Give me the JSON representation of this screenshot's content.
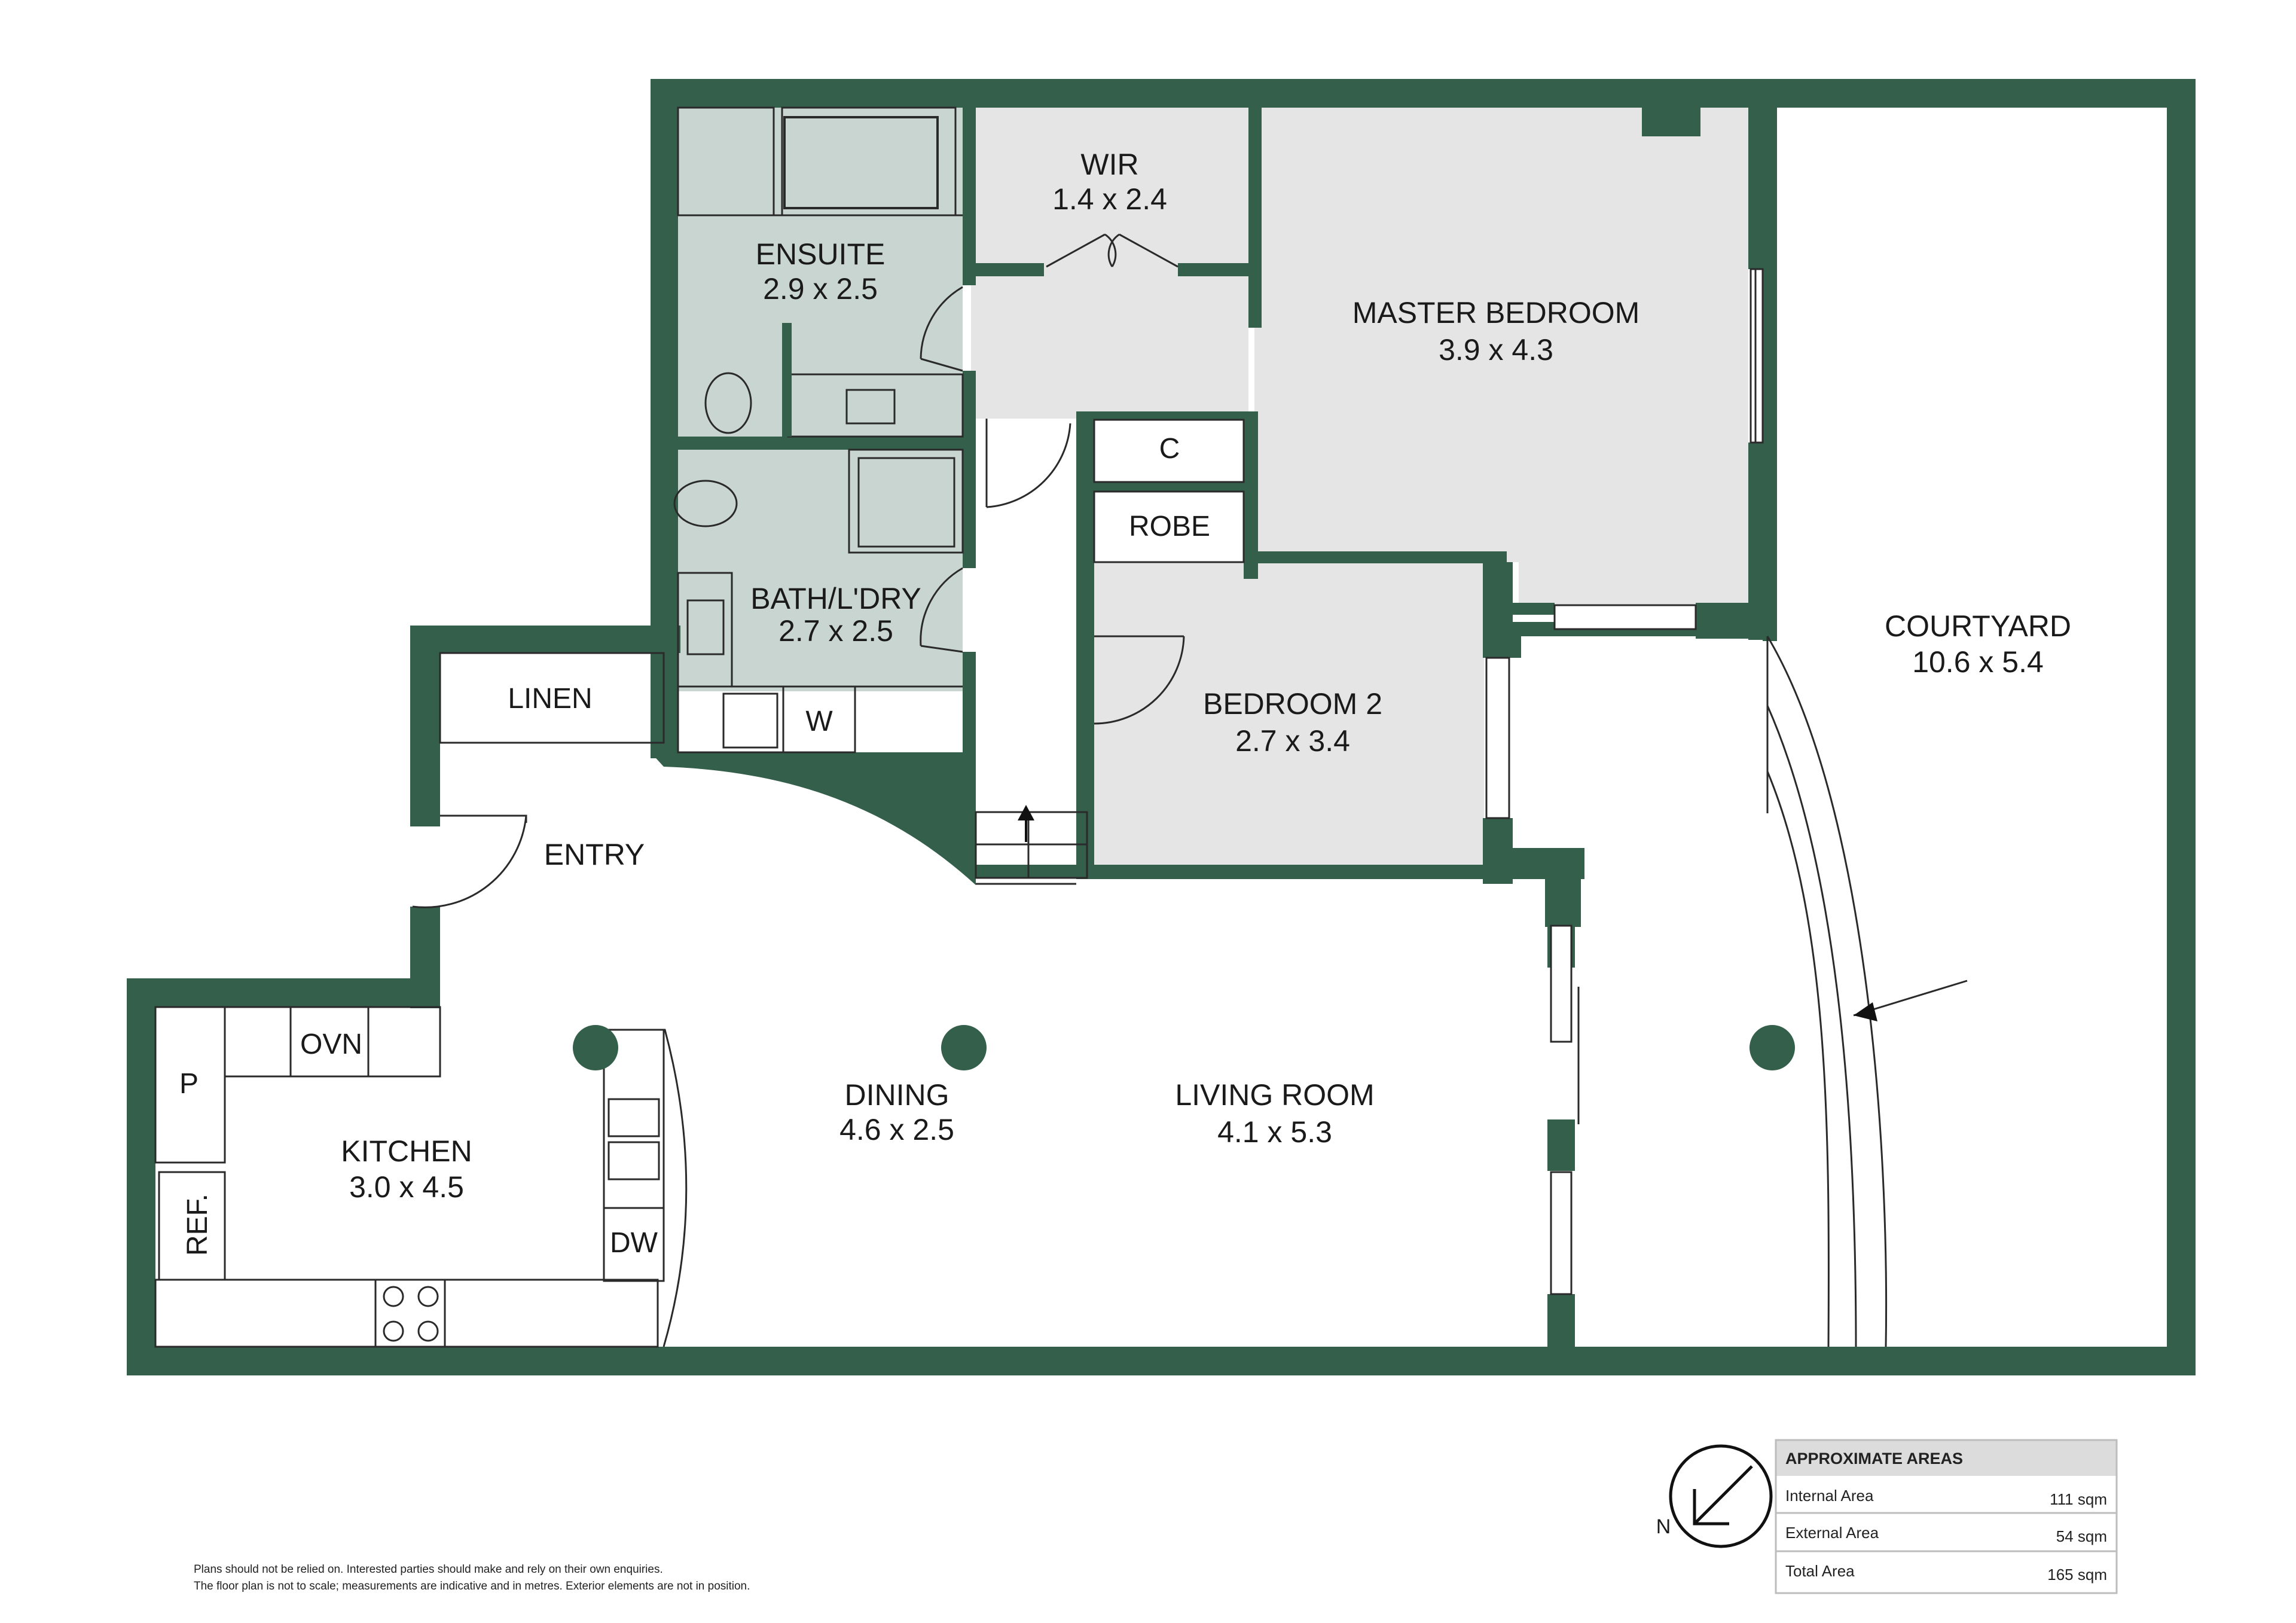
{
  "colors": {
    "wall": "#335f4b",
    "room_grey": "#e5e5e5",
    "wet_area": "#c9d5d1",
    "fixture_line": "#2a2a2a",
    "table_header_bg": "#dcdcdc"
  },
  "rooms": {
    "wir": {
      "name": "WIR",
      "dims": "1.4 x 2.4"
    },
    "ensuite": {
      "name": "ENSUITE",
      "dims": "2.9 x 2.5"
    },
    "master": {
      "name": "MASTER BEDROOM",
      "dims": "3.9 x 4.3"
    },
    "bath": {
      "name": "BATH/L'DRY",
      "dims": "2.7 x 2.5"
    },
    "bedroom2": {
      "name": "BEDROOM 2",
      "dims": "2.7 x 3.4"
    },
    "courtyard": {
      "name": "COURTYARD",
      "dims": "10.6 x 5.4"
    },
    "kitchen": {
      "name": "KITCHEN",
      "dims": "3.0 x 4.5"
    },
    "dining": {
      "name": "DINING",
      "dims": "4.6 x 2.5"
    },
    "living": {
      "name": "LIVING ROOM",
      "dims": "4.1 x 5.3"
    },
    "entry": {
      "name": "ENTRY"
    }
  },
  "fixtures": {
    "linen": "LINEN",
    "robe": "ROBE",
    "cupboard": "C",
    "oven": "OVN",
    "pantry": "P",
    "fridge": "REF.",
    "dishwasher": "DW",
    "washer": "W"
  },
  "compass": {
    "north_letter": "N",
    "icon": "north-arrow-icon"
  },
  "areas_table": {
    "title": "APPROXIMATE AREAS",
    "rows": [
      {
        "label": "Internal Area",
        "value": "111 sqm"
      },
      {
        "label": "External Area",
        "value": "54 sqm"
      },
      {
        "label": "Total Area",
        "value": "165 sqm"
      }
    ]
  },
  "disclaimer": {
    "line1": "Plans should not be relied on. Interested parties should make and rely on their own enquiries.",
    "line2": "The floor plan is not to scale; measurements are indicative and in metres. Exterior elements are not in position."
  }
}
